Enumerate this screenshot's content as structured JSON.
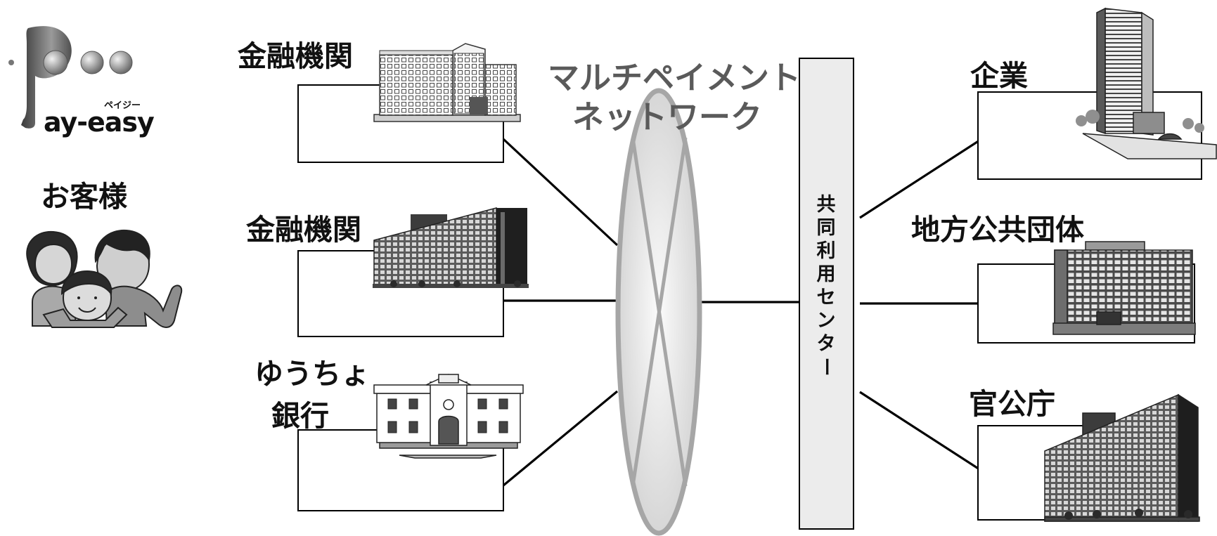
{
  "logo": {
    "text": "Pay-easy",
    "ruby": "ペイジー",
    "P": "P",
    "rest": "ay-easy"
  },
  "customer": {
    "label": "お客様",
    "illustration": "family-icon"
  },
  "left_nodes": [
    {
      "lines": [
        "金融機関"
      ],
      "icon": "bank-building-icon"
    },
    {
      "lines": [
        "金融機関"
      ],
      "icon": "bank-building-icon"
    },
    {
      "lines": [
        "ゆうちょ",
        "銀行"
      ],
      "icon": "post-bank-building-icon"
    }
  ],
  "network": {
    "lines": [
      "マルチペイメント",
      "ネットワーク"
    ]
  },
  "center": {
    "chars": [
      "共",
      "同",
      "利",
      "用",
      "セ",
      "ン",
      "タ",
      "ー"
    ],
    "label": "共同利用センター"
  },
  "right_nodes": [
    {
      "label": "企業",
      "icon": "office-tower-icon"
    },
    {
      "label": "地方公共団体",
      "icon": "government-office-icon"
    },
    {
      "label": "官公庁",
      "icon": "government-agency-icon"
    }
  ],
  "colors": {
    "ellipse_stroke": "#a6a6a6",
    "ellipse_fill": "#e4e4e4",
    "center_fill": "#ececec",
    "line": "#000000"
  }
}
